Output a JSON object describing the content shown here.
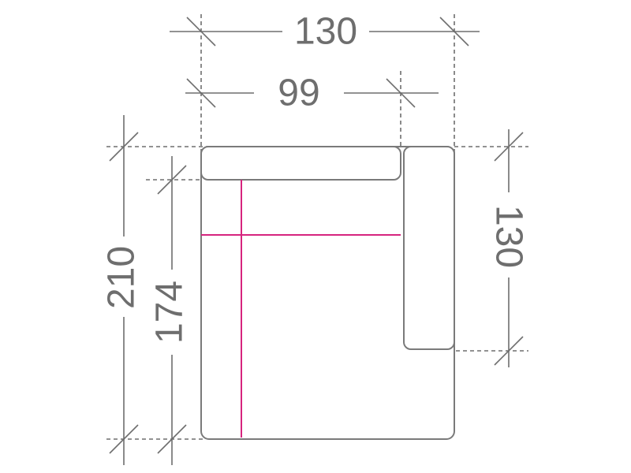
{
  "drawing": {
    "dimensions": {
      "overall_width": "130",
      "seat_width": "99",
      "overall_depth": "210",
      "seat_depth": "174",
      "armrest_length": "130"
    },
    "colors": {
      "line": "#6e6e6e",
      "outline": "#7a7a7a",
      "seat_marker": "#d6247e",
      "background": "#ffffff"
    }
  }
}
